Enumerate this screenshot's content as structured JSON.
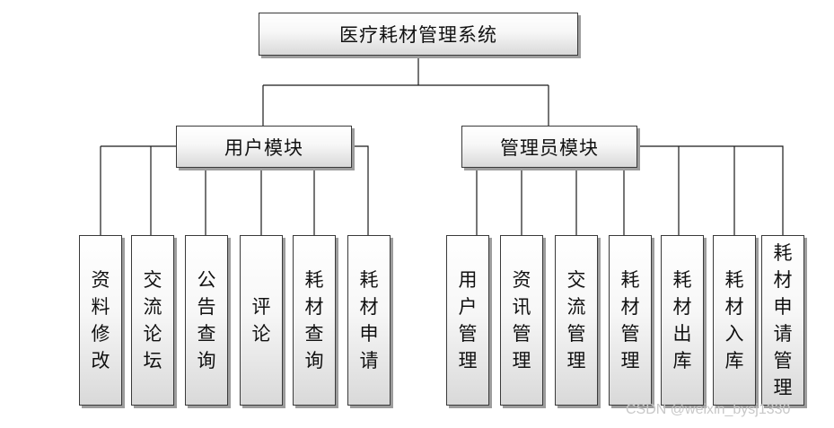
{
  "diagram": {
    "root": {
      "label": "医疗耗材管理系统"
    },
    "modules": [
      {
        "label": "用户模块",
        "items": [
          "资料修改",
          "交流论坛",
          "公告查询",
          "评论",
          "耗材查询",
          "耗材申请"
        ]
      },
      {
        "label": "管理员模块",
        "items": [
          "用户管理",
          "资讯管理",
          "交流管理",
          "耗材管理",
          "耗材出库",
          "耗材入库",
          "耗材申请管理"
        ]
      }
    ]
  },
  "watermark": "CSDN @weixin_bysj1330"
}
